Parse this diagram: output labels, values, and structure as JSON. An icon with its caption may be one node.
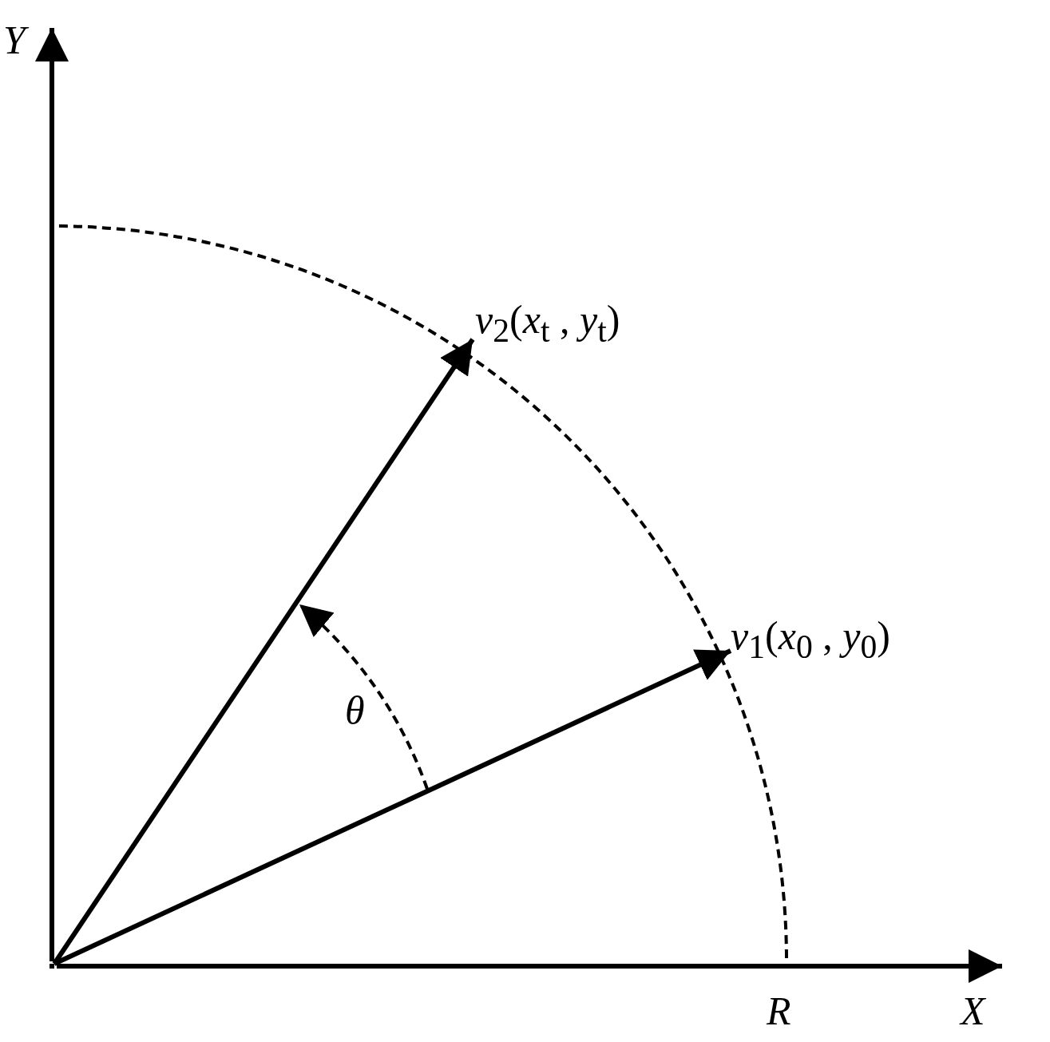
{
  "diagram": {
    "nodes": [
      {
        "text": [],
        "shape": "point"
      },
      {
        "text": [
          "*v*$_{1}$(*x*$_{0}$ , *y*$_{0}$)"
        ]
      },
      {
        "text": [
          "*v*$_{2}$(*x*$_{t}$ , *y*$_{t}$)"
        ]
      }
    ],
    "edges": [
      {
        "from": 0,
        "to": 1,
        "arrow": "to"
      },
      {
        "from": 0,
        "to": 2,
        "arrow": "to"
      }
    ],
    "labels": [
      "Y",
      "X",
      "R",
      "θ"
    ]
  }
}
